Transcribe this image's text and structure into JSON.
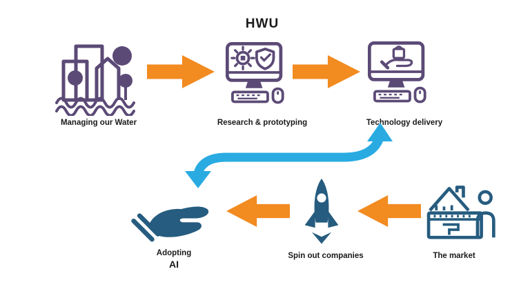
{
  "title": {
    "text": "HWU"
  },
  "colors": {
    "purple": "#5b4a76",
    "orange": "#f28b20",
    "blue": "#29abe2",
    "steel_blue": "#265c7f",
    "text": "#1a1a1a",
    "background": "#ffffff"
  },
  "top_row": {
    "steps": [
      {
        "label": "Managing our Water",
        "icon": "city-water-icon"
      },
      {
        "label": "Research & prototyping",
        "icon": "computer-gear-shield-icon"
      },
      {
        "label": "Technology delivery",
        "icon": "computer-product-delivery-icon"
      }
    ]
  },
  "bottom_row": {
    "steps": [
      {
        "label_line1": "Adopting",
        "label_line2": "AI",
        "icon": "receiving-hand-icon"
      },
      {
        "label": "Spin out companies",
        "icon": "rocket-launch-icon"
      },
      {
        "label": "The market",
        "icon": "market-stall-icon"
      }
    ]
  },
  "connectors": {
    "process_arrow": "orange-block-arrow-icon",
    "feedback_arrow": "blue-curved-double-arrow-icon"
  }
}
